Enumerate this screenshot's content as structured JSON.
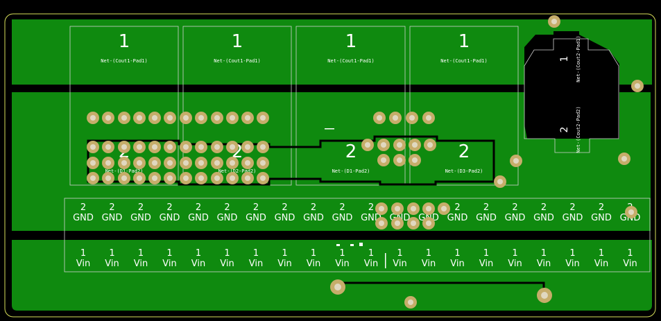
{
  "colors": {
    "background": "#000000",
    "copper": "#0f8a0f",
    "outline": "#d8e05a",
    "silk": "#d0d0d0",
    "text": "#ffffff",
    "pad_ring": "#c6ad6a",
    "pad_hole": "#e0d8c0"
  },
  "upper_pads": [
    {
      "number": "1",
      "net": "Net-(Cout1-Pad1)"
    },
    {
      "number": "1",
      "net": "Net-(Cout1-Pad1)"
    },
    {
      "number": "1",
      "net": "Net-(Cout1-Pad1)"
    },
    {
      "number": "1",
      "net": "Net-(Cout1-Pad1)"
    }
  ],
  "lower_pads": [
    {
      "number": "2",
      "net": "Net-(D1-Pad2)"
    },
    {
      "number": "2",
      "net": "Net-(D2-Pad2)"
    },
    {
      "number": "2",
      "net": "Net-(D1-Pad2)"
    },
    {
      "number": "2",
      "net": "Net-(D3-Pad2)"
    }
  ],
  "side_pads": [
    {
      "number": "1",
      "net": "Net-(Cout2-Pad1)"
    },
    {
      "number": "2",
      "net": "Net-(Cout2-Pad2)"
    }
  ],
  "gnd_row": {
    "number": "2",
    "net": "GND",
    "count": 20
  },
  "vin_row": {
    "number": "1",
    "net": "Vin",
    "count": 20
  }
}
